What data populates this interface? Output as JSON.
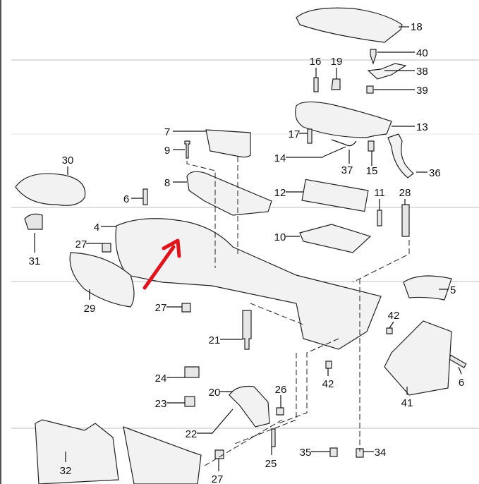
{
  "title": "Center console exploded parts diagram",
  "callouts": [
    "18",
    "40",
    "16",
    "19",
    "38",
    "39",
    "13",
    "7",
    "17",
    "9",
    "14",
    "37",
    "15",
    "36",
    "30",
    "8",
    "12",
    "11",
    "28",
    "6",
    "4",
    "10",
    "27",
    "31",
    "5",
    "29",
    "27",
    "42",
    "21",
    "24",
    "42",
    "6",
    "20",
    "26",
    "41",
    "23",
    "22",
    "32",
    "35",
    "34",
    "25",
    "27"
  ],
  "annotation": {
    "arrow_color": "#e0141c"
  }
}
